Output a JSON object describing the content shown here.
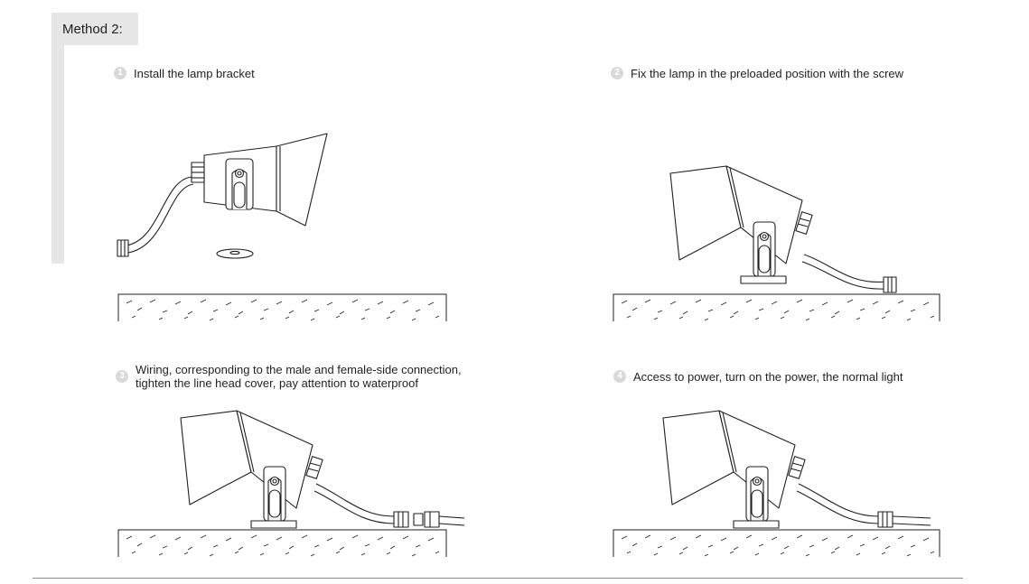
{
  "section": {
    "title": "Method 2:"
  },
  "steps": [
    {
      "number": "1",
      "lines": [
        "Install the lamp bracket"
      ]
    },
    {
      "number": "2",
      "lines": [
        "Fix the lamp in the preloaded position with the screw"
      ]
    },
    {
      "number": "3",
      "lines": [
        "Wiring, corresponding to the male and female-side connection,",
        "tighten the line head cover, pay attention to waterproof"
      ]
    },
    {
      "number": "4",
      "lines": [
        "Access to power, turn on the power, the normal light"
      ]
    }
  ]
}
